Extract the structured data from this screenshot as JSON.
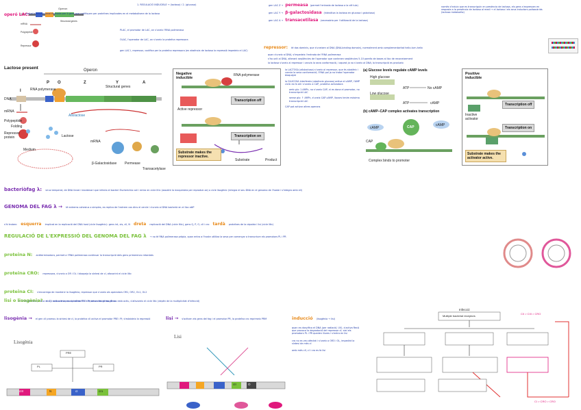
{
  "top": {
    "operon_lac_label": "operó LAC:",
    "operon_lac_text": "unitat transcripcional formada per 3 gens que codifiquen per proteïnes implicades en el metabolisme de la lactosa",
    "reg_inducible": "1. REGULACIÓ INDUCIBLE → (lactosa) i 2. (glucosa)",
    "gene_z_label": "gen LAC Z →",
    "gene_z_name": "permeasa",
    "gene_z_desc": "(permet l'entrada de lactosa a la cèl·lula)",
    "gene_y_label": "gen LAC Y →",
    "gene_y_name": "β-galactosidasa",
    "gene_y_desc": "(hidrolitza la lactosa en glucosa i galactosa)",
    "gene_a_label": "gen LAC A →",
    "gene_a_name": "transacetilasa",
    "gene_a_desc": "(necessària per l'utilització de la lactosa)",
    "right_note": "només s'induix que es transcriguin en presència de lactosa, els gens s'expressen en resposta a la presència de lactosa al medi → el lactosa i els seus inductors polisacàrids (lactosa metabolitz)",
    "plac_note": "PLAC, el promotor de LAC, on s'uneix l'RNA polimerasa",
    "olac_note": "OLAC, l'operador de LAC, on s'uneix la proteïna repressora",
    "laci_note": "gen LAC I, repressor, codifica per la proteïna repressora (en absència de lactosa la repressió impedeix el LAC)",
    "repressor_label": "repressor:",
    "repressor_text": "té dos dominis, que s'uneixen al DNA (DNA-binding domain), normalment amb complementaritat helix-turn-helix",
    "repressor_b1": "quan s'uneix al DNA, s'impedeix l'entrada de l'RNA polimerasa",
    "repressor_b2": "s'ha unit al DNA, alterant seqüències de l'operador que contenen seqüències 5-10 parells de bases al lloc de reconeixement",
    "repressor_b3": "la lactosa s'uneix al repressor i canvia la seva conformació, i aquest ja no s'uneix al DNA; la transcripció es produeix"
  },
  "diagram1": {
    "title": "Lactose present",
    "operon": "Operon",
    "genes": [
      "I",
      "P",
      "O",
      "Z",
      "Y",
      "A"
    ],
    "structural_genes": "Structural genes",
    "rna_polymerase": "RNA polymerase",
    "dna": "DNA",
    "mrna": "mRNA",
    "polypeptide": "Polypeptide",
    "folding": "Folding",
    "repressor_protein": "Repressor protein",
    "lactose": "Lactose",
    "allolactose": "Allolactose",
    "medium": "Medium",
    "products": [
      "β-Galactosidase",
      "Permease",
      "Transacetylase"
    ],
    "mrna2": "mRNA"
  },
  "diagram_neg": {
    "title": "Negative inducible",
    "rna_pol": "RNA polymerase",
    "active_repressor": "Active repressor",
    "transcription_off": "Transcription off",
    "transcription_on": "Transcription on",
    "caption": "Substrate makes the repressor inactive.",
    "substrate": "Substrate",
    "product": "Product"
  },
  "middle_note": {
    "text1": "la LACTOSA (allolactosa) s'uneix al repressor, que és alostèric i canvia la seva conformació, l'RNA pol ja no troba l'operador bloquejat",
    "text2": "la GLUCOSA interfereix (absència glucosa) activa el cAMP, l'AMP cíclic es fa alt i s'uneix a CAP, proteïna activadora",
    "text3": "amb glu: 1 AMPc, no s'uneix CAP, ni es dona el promotor, no transcripció LAC",
    "text4": "sense glu: ↑ AMPc, s'uneix CAP-cAMP, llavors tenim màxima transcripció LAC",
    "text5": "CAP pot activar altres operons"
  },
  "diagram_camp": {
    "title_a": "(a) Glucose levels regulate cAMP levels",
    "high_glucose": "High glucose",
    "low_glucose": "Low glucose",
    "atp": "ATP",
    "no_camp": "No cAMP",
    "camp": "cAMP",
    "title_b": "(b) cAMP–CAP complex activates transcription",
    "cap": "CAP",
    "caption": "Complex binds to promoter"
  },
  "diagram_pos": {
    "title": "Positive inducible",
    "inactive_activator": "Inactive activator",
    "transcription_off": "Transcription off",
    "transcription_on": "Transcription on",
    "caption": "Substrate makes the activator active."
  },
  "phage": {
    "bact_label": "bacteriòfag λ:",
    "bact_text": "virus temperat, de DNA lineal i bicatenari que infecta el bacteri Escherichia coli i entra en cicle lític (assolint la maquinària per reproduir-se) o cicle lisogènic (integra el seu DNA en el genoma de l'hoste i s'integra amb ell)",
    "genome_label": "GENOMA DEL FAG λ →",
    "genome_text": "té extrems cohesius o simples, es replica de l'extrem cos dins el cercle i s'uneix al DNA bacterià en el lloc attP",
    "genes_intro": "s'hi troben:",
    "early": "esquerra",
    "early_text": "implicat en la replicació del DNA host (cicle lisogènic): gens int, xis, cII, N",
    "late": "dreta",
    "late_text": "replicació del DNA (cicle lític), gens Q, P, O, cII i cro",
    "late2": "tardà",
    "late2_text": "proteïnes de la càpsida i lisi (cicle lític)"
  },
  "regulation": {
    "title": "REGULACIÓ DE L'EXPRESSIÓ DEL GENOMA DEL FAG λ",
    "title_text": "→ no té RNA polimerasa pròpia, quan entra a l'hoste utilitza la seva per començar a transcriure els promotors PL i PR",
    "n_label": "proteïna N:",
    "n_text": "antiterminadora, permet a l'RNA polimerasa continuar la transcripció dels gens primerencs retardats",
    "cro_label": "proteïna CRO:",
    "cro_text": "repressora, s'uneix a OR i OL i bloqueja la síntesi de cI, afavorint el cicle lític",
    "ci_label": "proteïna CI:",
    "ci_text": "s'encarrega de mantenir la lisogènia, repressor que s'uneix als operadors OR1, OR2, OL1, OL2",
    "note": "la cII estabilitza (activa el cI), activa la transcripció de PRE i PI, afavorint la lisogènia"
  },
  "lysis": {
    "label": "lisi o lisogènia?",
    "text": "si CII està activa, es sintetitza CI i s'entra en lisogènia. Si cro està actiu, s'afavoreix el cicle lític (depèn de la multiplicitat d'infecció)"
  },
  "bottom": {
    "lisog_label": "lisogènia →",
    "lisog_text": "el gen cII promou la síntesi de cI, la proteïna cII activa el promotor PRE i PI; s'estableix la repressió",
    "lisog_fig": "Lisogènia",
    "lisi_label": "lisi →",
    "lisi_text": "s'activen els gens del fag i el promotor PR, la proteïna cro reprimeix PRM",
    "lisi_fig": "Lisi",
    "induction_label": "inducció",
    "induction_paren": "(lisogènia → lisi)",
    "induction_text": "quan es danyifica el DNA (per radiació, UV), s'activa RecA que provoca la degradació del repressor cI; així els promotors PL i PR queden lliures i s'entra en lisi",
    "induction_text2": "cro no es veu afectat i s'uneix a OR3 i OL, impedint la síntesi de més cI",
    "induction_text3": "amb més cII, cI i cro es fa lisi",
    "gene_labels": [
      "cIII",
      "N",
      "cI",
      "cro",
      "cII",
      "O",
      "P",
      "Q"
    ],
    "left_fig_labels": [
      "PL",
      "PR",
      "PRE",
      "PRM"
    ],
    "right_flow_title": "Infecció",
    "right_flow_box1": "Multiple bacterial receptors",
    "right_flow_cx": "CII > CIII > CRO",
    "right_flow_end": "CI > CRO > CRO"
  },
  "colors": {
    "ink_blue": "#1f3aa8",
    "pink": "#e0197d",
    "purple": "#7a2fb0",
    "green": "#7ac13a",
    "orange": "#e88a1a"
  }
}
